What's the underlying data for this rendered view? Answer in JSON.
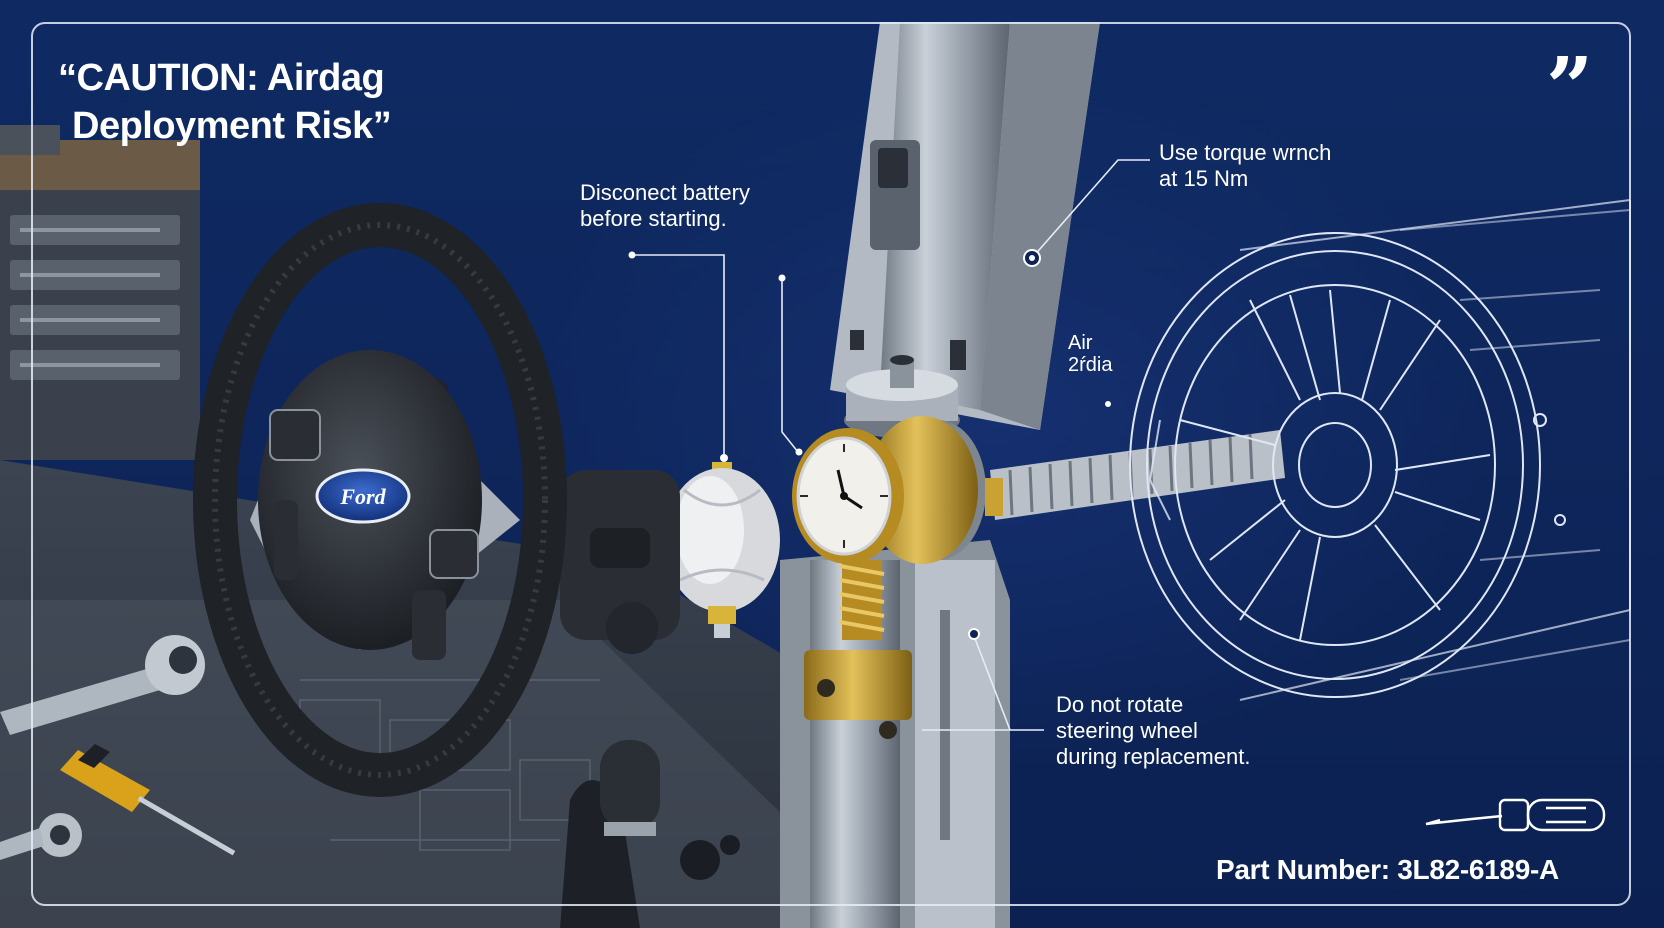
{
  "caution": {
    "line1": "“CAUTION: Airdag",
    "line2": "Deployment Risk”"
  },
  "quote_mark": "”",
  "callouts": {
    "battery": {
      "line1": "Disconect battery",
      "line2": "before starting."
    },
    "torque": {
      "line1": "Use torque wrnch",
      "line2": "at 15 Nm"
    },
    "air": {
      "line1": "Air",
      "line2": "2ŕdia"
    },
    "rotate": {
      "line1": "Do not rotate",
      "line2": "steering wheel",
      "line3": "during replacement."
    }
  },
  "part_number": "Part Number: 3L82-6189-A",
  "logo": {
    "brand": "Ford"
  },
  "colors": {
    "background": "#0d2356",
    "frame": "#e6ecf8",
    "text": "#ffffff",
    "brass": "#c9a233",
    "steel": "#9aa3ae",
    "blueprint_line": "#dfe7f5"
  },
  "icons": [
    "screwdriver-icon",
    "quote-icon",
    "wrench-icon"
  ]
}
